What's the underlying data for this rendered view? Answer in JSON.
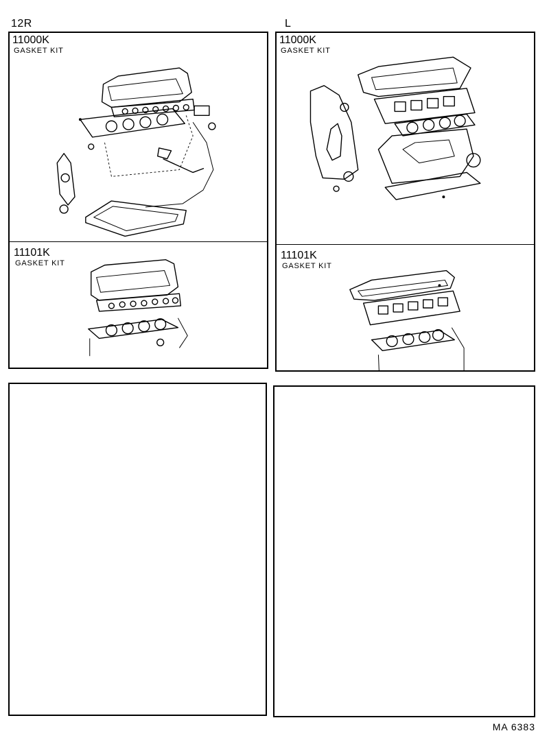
{
  "columns": [
    {
      "engine": "12R",
      "sections": [
        {
          "part_no": "11000K",
          "name": "GASKET KIT"
        },
        {
          "part_no": "11101K",
          "name": "GASKET KIT"
        }
      ]
    },
    {
      "engine": "L",
      "sections": [
        {
          "part_no": "11000K",
          "name": "GASKET KIT"
        },
        {
          "part_no": "11101K",
          "name": "GASKET KIT"
        }
      ]
    }
  ],
  "drawing_ref": "MA  6383"
}
